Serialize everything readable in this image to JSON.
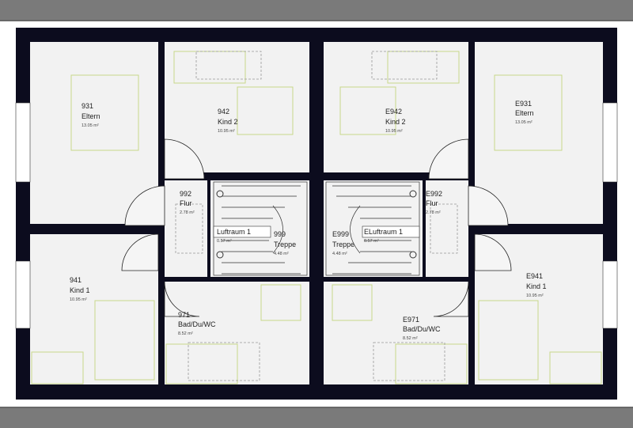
{
  "colors": {
    "wall": "#0c0c1e",
    "floor": "#f2f2f2",
    "roof": "#7a7a7a",
    "furniture": "#c8d88a"
  },
  "rooms": [
    {
      "id": "931",
      "number": "931",
      "name": "Eltern",
      "area": "13.05 m²"
    },
    {
      "id": "942",
      "number": "942",
      "name": "Kind 2",
      "area": "10.95 m²"
    },
    {
      "id": "e942",
      "number": "E942",
      "name": "Kind 2",
      "area": "10.95 m²"
    },
    {
      "id": "e931",
      "number": "E931",
      "name": "Eltern",
      "area": "13.05 m²"
    },
    {
      "id": "992",
      "number": "992",
      "name": "Flur",
      "area": "2.78 m²"
    },
    {
      "id": "e992",
      "number": "E992",
      "name": "Flur",
      "area": "2.78 m²"
    },
    {
      "id": "999",
      "number": "999",
      "name": "Treppe",
      "area": "4.48 m²"
    },
    {
      "id": "e999",
      "number": "E999",
      "name": "Treppe",
      "area": "4.48 m²"
    },
    {
      "id": "941",
      "number": "941",
      "name": "Kind 1",
      "area": "10.95 m²"
    },
    {
      "id": "e941",
      "number": "E941",
      "name": "Kind 1",
      "area": "10.95 m²"
    },
    {
      "id": "971",
      "number": "971",
      "name": "Bad/Du/WC",
      "area": "8.52 m²"
    },
    {
      "id": "e971",
      "number": "E971",
      "name": "Bad/Du/WC",
      "area": "8.52 m²"
    }
  ],
  "voids": [
    {
      "id": "l",
      "name": "Luftraum 1",
      "area": "0.57 m²"
    },
    {
      "id": "r",
      "name": "ELuftraum 1",
      "area": "0.57 m²"
    }
  ]
}
